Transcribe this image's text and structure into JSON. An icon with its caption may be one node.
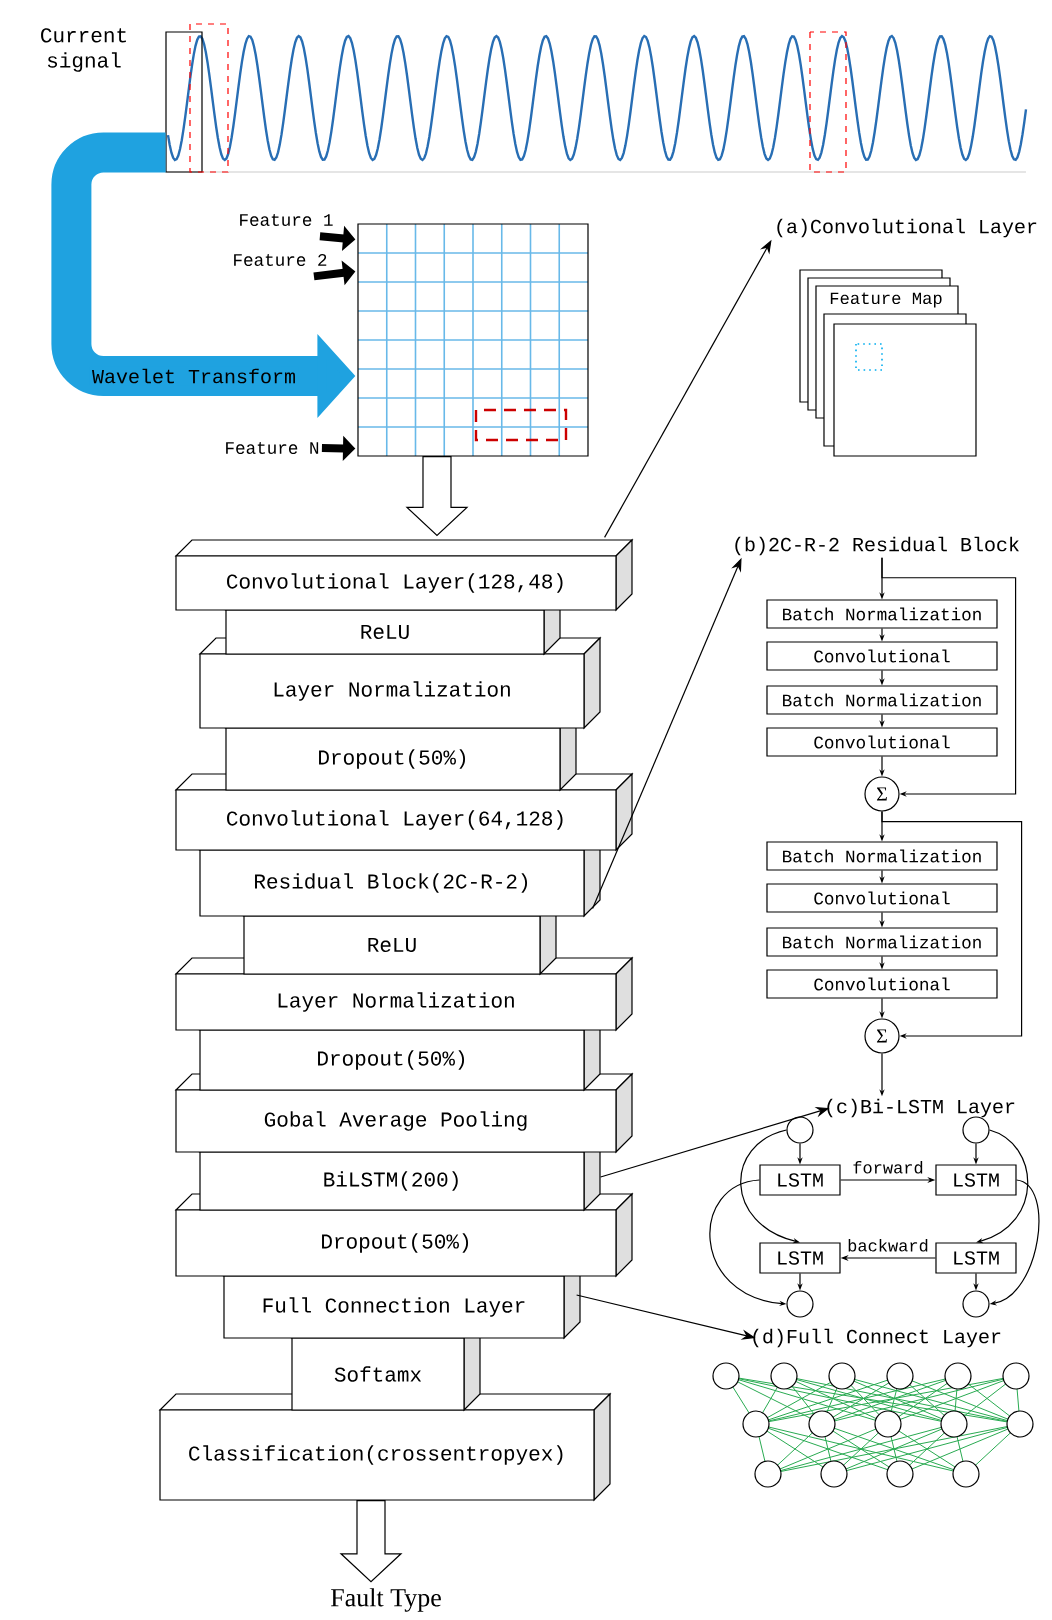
{
  "diagram": {
    "nodes": [
      {
        "text": [],
        "shape": "picture",
        "beside": [
          "Current signal"
        ]
      },
      {
        "text": [
          "Feature 1"
        ]
      },
      {
        "text": [
          "Feature 2"
        ]
      },
      {
        "text": [
          "Feature N"
        ]
      },
      {
        "text": [],
        "shape": "grid"
      },
      {
        "text": [
          "Convolutional Layer(128,48)"
        ]
      },
      {
        "text": [
          "ReLU"
        ]
      },
      {
        "text": [
          "Layer Normalization"
        ]
      },
      {
        "text": [
          "Dropout(50%)"
        ]
      },
      {
        "text": [
          "Convolutional Layer(64,128)"
        ]
      },
      {
        "text": [
          "Residual Block(2C-R-2)"
        ]
      },
      {
        "text": [
          "ReLU"
        ]
      },
      {
        "text": [
          "Layer Normalization"
        ]
      },
      {
        "text": [
          "Dropout(50%)"
        ]
      },
      {
        "text": [
          "Gobal Average Pooling"
        ]
      },
      {
        "text": [
          "BiLSTM(200)"
        ]
      },
      {
        "text": [
          "Dropout(50%)"
        ]
      },
      {
        "text": [
          "Full Connection Layer"
        ]
      },
      {
        "text": [
          "Softamx"
        ]
      },
      {
        "text": [
          "Classification(crossentropyex)"
        ]
      },
      {
        "text": [
          "Fault Type"
        ]
      },
      {
        "text": [
          "(a)Convolutional Layer"
        ]
      },
      {
        "text": [
          "Feature Map"
        ]
      },
      {
        "text": [
          "(b)2C-R-2 Residual Block"
        ]
      },
      {
        "text": [
          "Batch Normalization"
        ]
      },
      {
        "text": [
          "Convolutional"
        ]
      },
      {
        "text": [
          "Batch Normalization"
        ]
      },
      {
        "text": [
          "Convolutional"
        ]
      },
      {
        "text": [
          "Σ"
        ]
      },
      {
        "text": [
          "Batch Normalization"
        ]
      },
      {
        "text": [
          "Convolutional"
        ]
      },
      {
        "text": [
          "Batch Normalization"
        ]
      },
      {
        "text": [
          "Convolutional"
        ]
      },
      {
        "text": [
          "Σ"
        ]
      },
      {
        "text": [
          "(c)Bi-LSTM Layer"
        ]
      },
      {
        "text": [],
        "shape": "circle"
      },
      {
        "text": [],
        "shape": "circle"
      },
      {
        "text": [
          "LSTM"
        ]
      },
      {
        "text": [
          "LSTM"
        ]
      },
      {
        "text": [
          "LSTM"
        ]
      },
      {
        "text": [
          "LSTM"
        ]
      },
      {
        "text": [],
        "shape": "circle"
      },
      {
        "text": [],
        "shape": "circle"
      },
      {
        "text": [
          "(d)Full Connect Layer"
        ]
      }
    ],
    "edges": [
      {
        "from": 0,
        "to": 4,
        "arrow": "to",
        "label": "Wavelet Transform",
        "style": "thick",
        "color": "#1fa2e0"
      },
      {
        "from": 1,
        "to": 4,
        "arrow": "to",
        "style": "thick",
        "color": "#000000"
      },
      {
        "from": 2,
        "to": 4,
        "arrow": "to",
        "style": "thick",
        "color": "#000000"
      },
      {
        "from": 3,
        "to": 4,
        "arrow": "to",
        "style": "thick",
        "color": "#000000"
      },
      {
        "from": 4,
        "to": 5,
        "arrow": "to",
        "style": "thick"
      },
      {
        "from": 19,
        "to": 20,
        "arrow": "to",
        "style": "thick"
      },
      {
        "from": 5,
        "to": 21,
        "arrow": "to"
      },
      {
        "from": 10,
        "to": 23,
        "arrow": "to"
      },
      {
        "from": 23,
        "to": 24,
        "arrow": "to"
      },
      {
        "from": 24,
        "to": 25,
        "arrow": "to"
      },
      {
        "from": 25,
        "to": 26,
        "arrow": "to"
      },
      {
        "from": 26,
        "to": 27,
        "arrow": "to"
      },
      {
        "from": 27,
        "to": 28,
        "arrow": "to"
      },
      {
        "from": 23,
        "to": 28,
        "arrow": "to"
      },
      {
        "from": 28,
        "to": 29,
        "arrow": "to"
      },
      {
        "from": 28,
        "to": 33,
        "arrow": "to"
      },
      {
        "from": 29,
        "to": 30,
        "arrow": "to"
      },
      {
        "from": 30,
        "to": 31,
        "arrow": "to"
      },
      {
        "from": 31,
        "to": 32,
        "arrow": "to"
      },
      {
        "from": 32,
        "to": 33,
        "arrow": "to"
      },
      {
        "from": 33,
        "to": 34,
        "arrow": "to"
      },
      {
        "from": 15,
        "to": 34,
        "arrow": "to"
      },
      {
        "from": 35,
        "to": 37,
        "arrow": "to"
      },
      {
        "from": 35,
        "to": 39,
        "arrow": "to"
      },
      {
        "from": 36,
        "to": 38,
        "arrow": "to"
      },
      {
        "from": 36,
        "to": 40,
        "arrow": "to"
      },
      {
        "from": 37,
        "to": 38,
        "arrow": "to",
        "label": "forward"
      },
      {
        "from": 40,
        "to": 39,
        "arrow": "to",
        "label": "backward"
      },
      {
        "from": 37,
        "to": 41,
        "arrow": "to"
      },
      {
        "from": 38,
        "to": 42,
        "arrow": "to"
      },
      {
        "from": 39,
        "to": 41,
        "arrow": "to"
      },
      {
        "from": 40,
        "to": 42,
        "arrow": "to"
      },
      {
        "from": 17,
        "to": 43,
        "arrow": "to"
      }
    ]
  }
}
